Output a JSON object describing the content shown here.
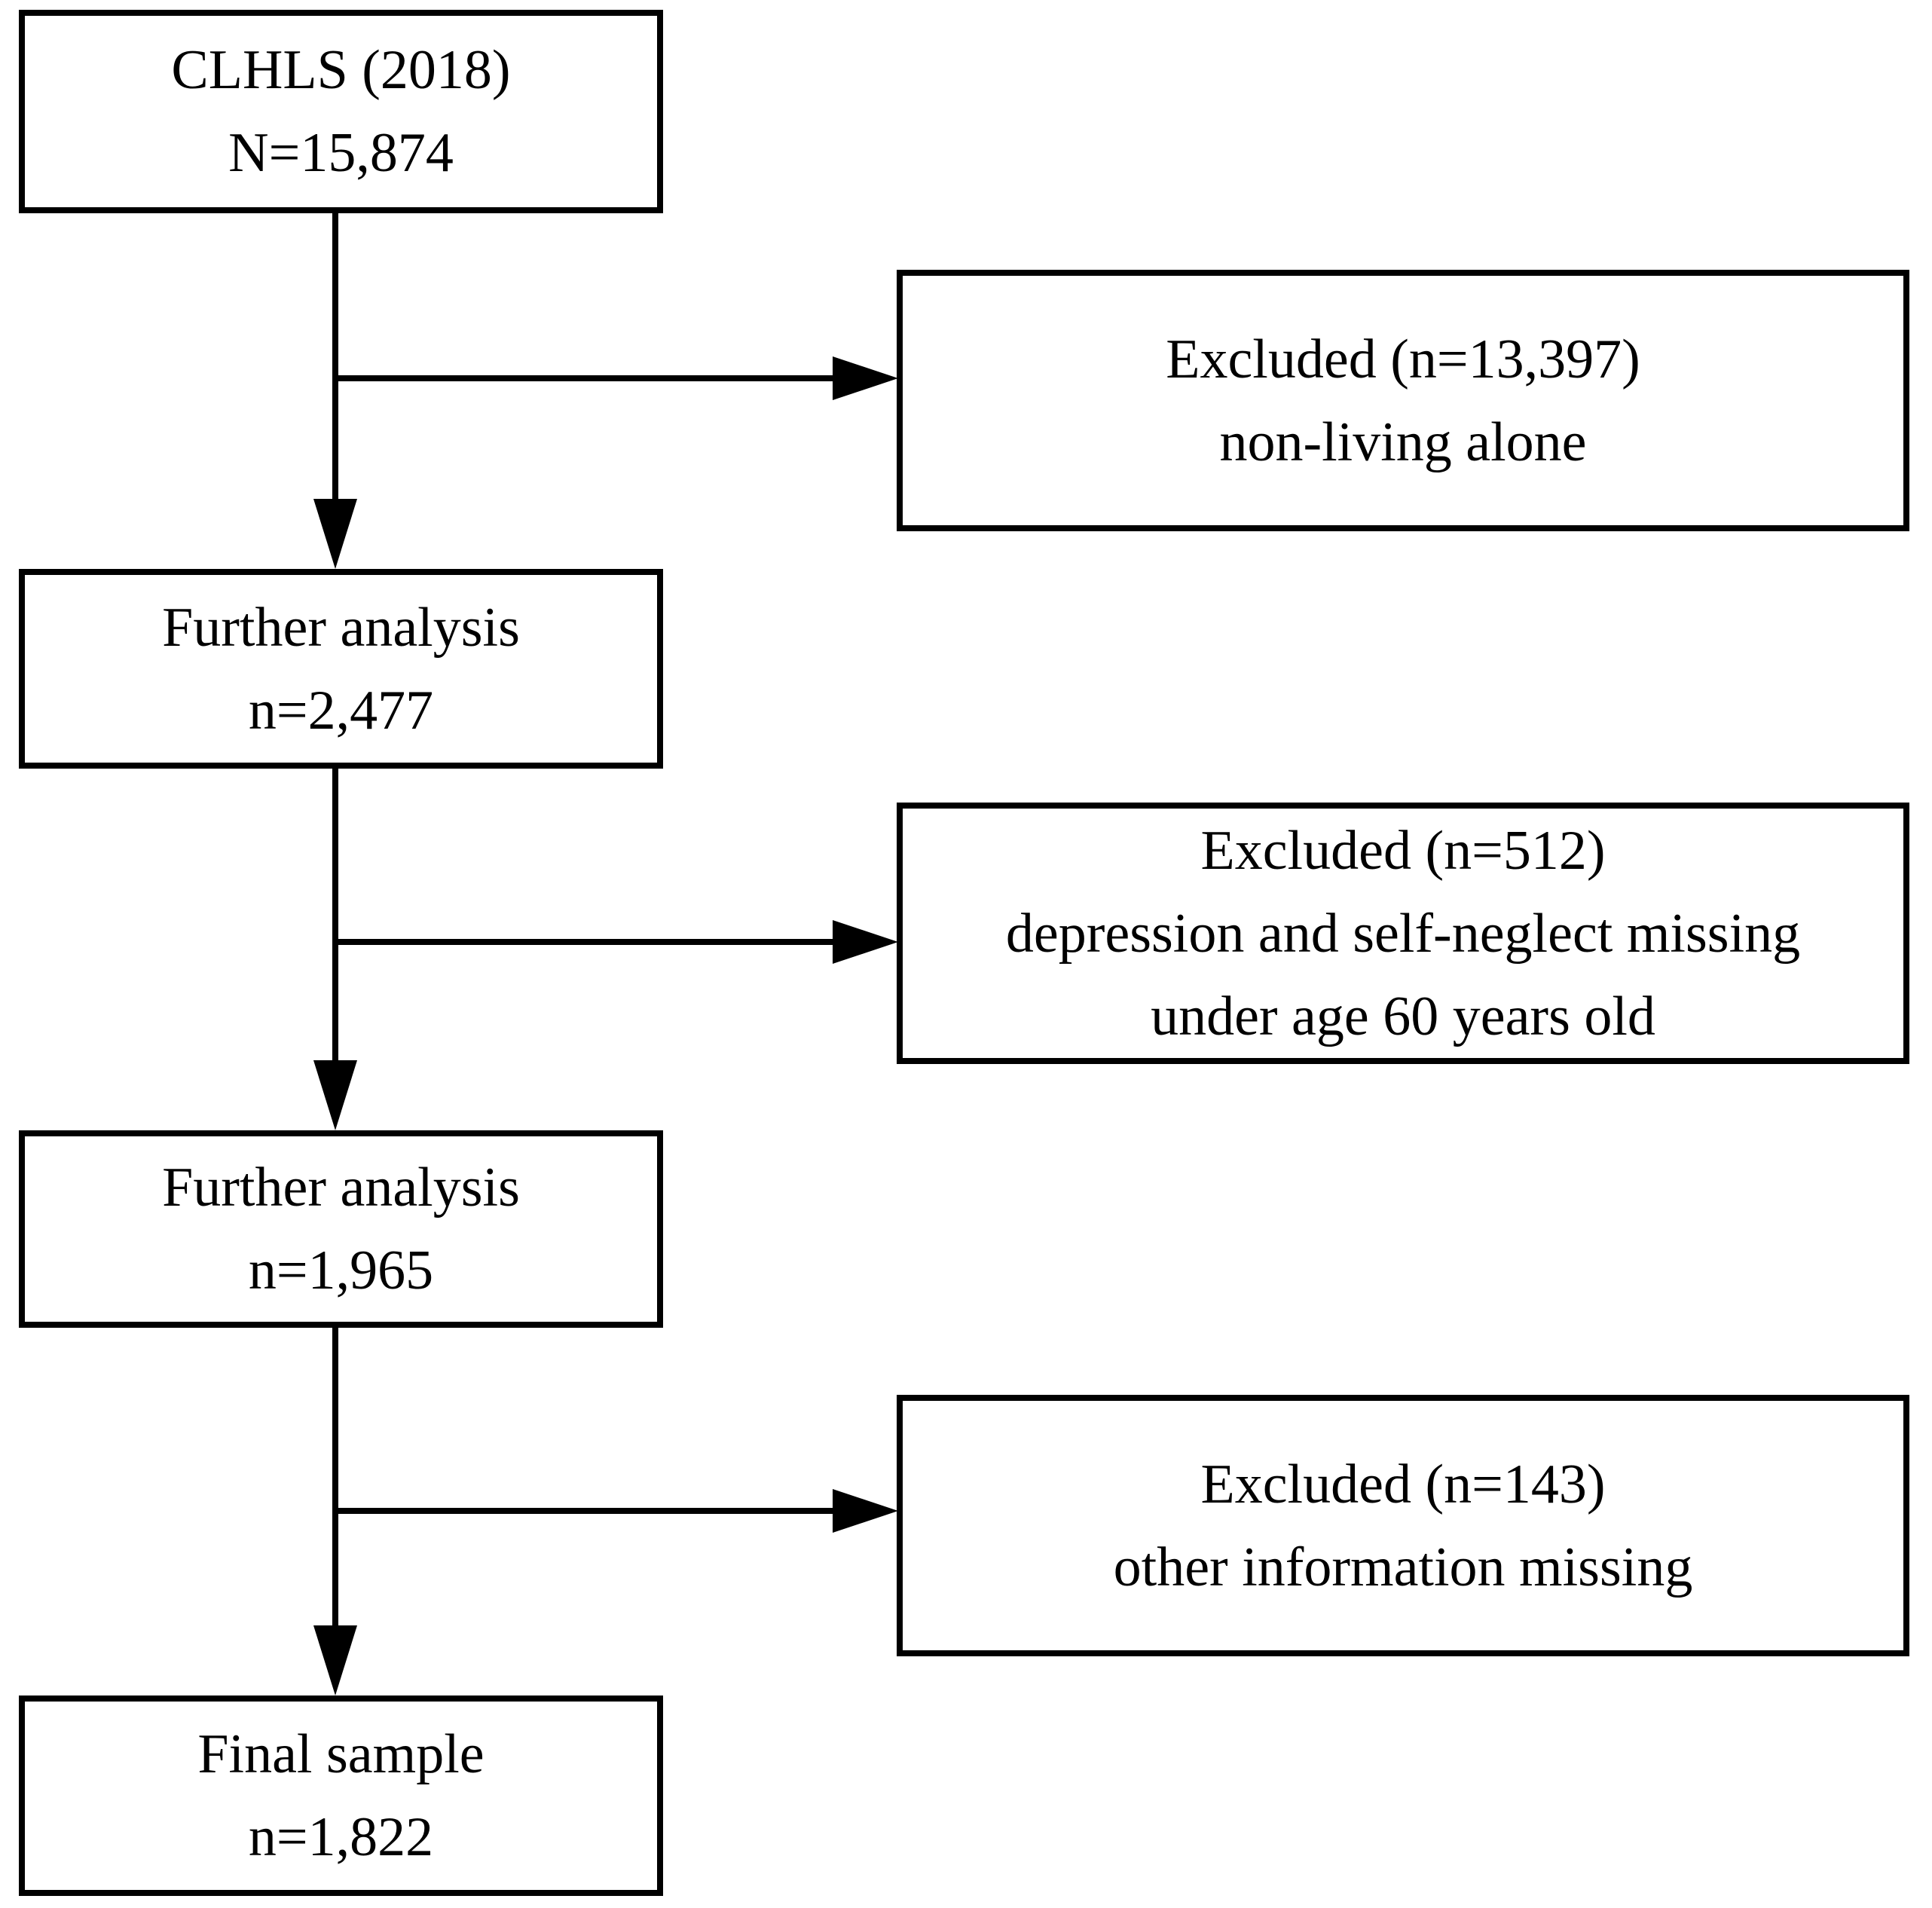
{
  "diagram": {
    "type": "flowchart",
    "title": "CLHLS 2018 sample selection flow",
    "colors": {
      "line": "#000000",
      "text": "#000000",
      "background": "#ffffff"
    },
    "main_boxes": [
      {
        "id": "clhls",
        "lines": [
          "CLHLS (2018)",
          "N=15,874"
        ]
      },
      {
        "id": "further1",
        "lines": [
          "Further analysis",
          "n=2,477"
        ]
      },
      {
        "id": "further2",
        "lines": [
          "Further analysis",
          "n=1,965"
        ]
      },
      {
        "id": "final",
        "lines": [
          "Final sample",
          "n=1,822"
        ]
      }
    ],
    "excluded_boxes": [
      {
        "id": "excluded1",
        "lines": [
          "Excluded (n=13,397)",
          "non-living alone"
        ]
      },
      {
        "id": "excluded2",
        "lines": [
          "Excluded (n=512)",
          "depression and self-neglect missing",
          "under age 60 years old"
        ]
      },
      {
        "id": "excluded3",
        "lines": [
          "Excluded (n=143)",
          "other information missing"
        ]
      }
    ]
  }
}
